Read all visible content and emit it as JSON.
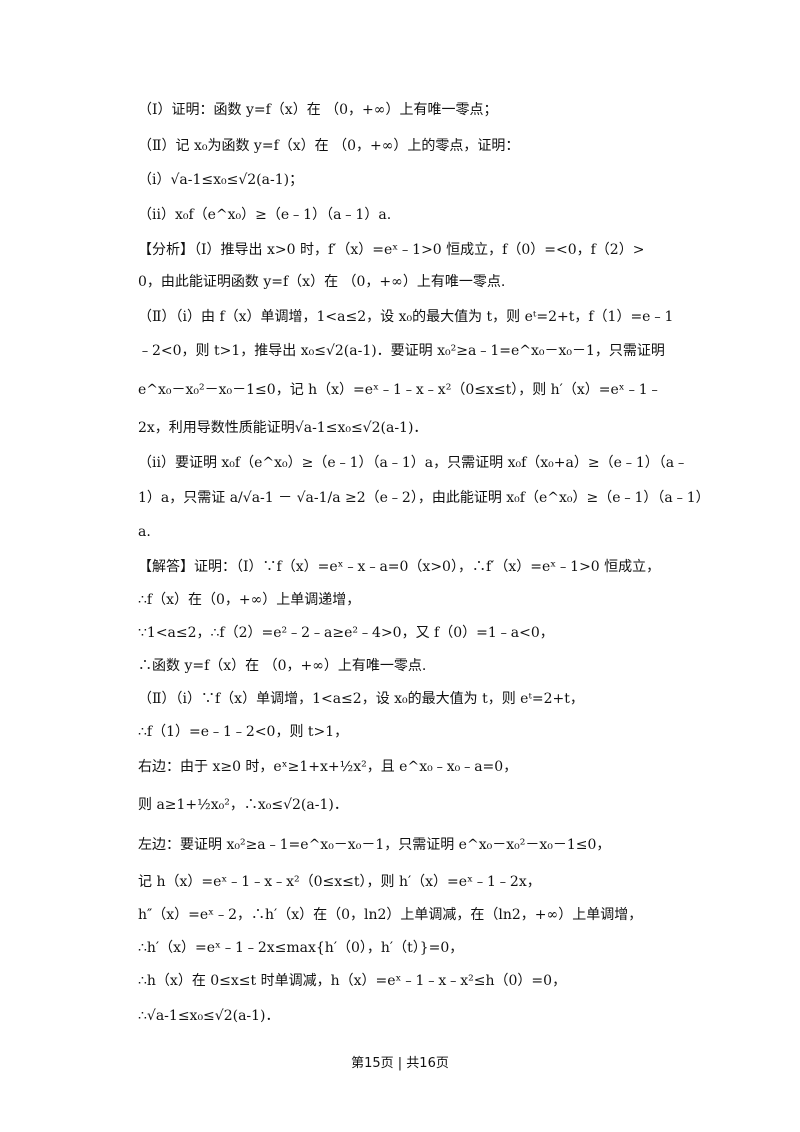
{
  "lines": [
    "（Ⅰ）证明：函数 y=f（x）在 （0，+∞）上有唯一零点；",
    "（Ⅱ）记 x₀为函数 y=f（x）在 （0，+∞）上的零点，证明：",
    "（i）√a-1≤x₀≤√2(a-1)；",
    "（ii）x₀f（e^x₀）≥（e﹣1）（a﹣1）a.",
    "【分析】（Ⅰ）推导出 x>0 时，f′（x）=eˣ﹣1>0 恒成立，f（0）=<0，f（2）>",
    "0，由此能证明函数 y=f（x）在 （0，+∞）上有唯一零点.",
    "（Ⅱ）（i）由 f（x）单调增，1<a≤2，设 x₀的最大值为 t，则 eᵗ=2+t，f（1）=e﹣1",
    "﹣2<0，则 t>1，推导出 x₀≤√2(a-1)．要证明 x₀²≥a﹣1=e^x₀－x₀－1，只需证明",
    "e^x₀－x₀²－x₀－1≤0，记 h（x）=eˣ﹣1﹣x﹣x²（0≤x≤t），则 h′（x）=eˣ﹣1﹣",
    "2x，利用导数性质能证明√a-1≤x₀≤√2(a-1)．",
    "（ii）要证明 x₀f（e^x₀）≥（e﹣1）（a﹣1）a，只需证明 x₀f（x₀+a）≥（e﹣1）（a﹣",
    "1）a，只需证 a/√a-1 － √a-1/a ≥2（e﹣2），由此能证明 x₀f（e^x₀）≥（e﹣1）（a﹣1）",
    "a.",
    "【解答】证明：（Ⅰ）∵f（x）=eˣ﹣x﹣a=0（x>0），∴f′（x）=eˣ﹣1>0 恒成立，",
    "∴f（x）在（0，+∞）上单调递增，",
    "∵1<a≤2，∴f（2）=e²﹣2﹣a≥e²﹣4>0，又 f（0）=1﹣a<0，",
    "∴函数 y=f（x）在 （0，+∞）上有唯一零点.",
    "（Ⅱ）（i）∵f（x）单调增，1<a≤2，设 x₀的最大值为 t，则 eᵗ=2+t，",
    "∴f（1）=e﹣1﹣2<0，则 t>1，",
    "右边：由于 x≥0 时，eˣ≥1+x+½x²，且 e^x₀﹣x₀﹣a=0，",
    "则 a≥1+½x₀²，∴x₀≤√2(a-1)．",
    "左边：要证明 x₀²≥a﹣1=e^x₀－x₀－1，只需证明 e^x₀－x₀²－x₀－1≤0，",
    "记 h（x）=eˣ﹣1﹣x﹣x²（0≤x≤t），则 h′（x）=eˣ﹣1﹣2x，",
    "h″（x）=eˣ﹣2，∴h′（x）在（0，ln2）上单调减，在（ln2，+∞）上单调增，",
    "∴h′（x）=eˣ﹣1﹣2x≤max{h′（0），h′（t）}=0，",
    "∴h（x）在 0≤x≤t 时单调减，h（x）=eˣ﹣1﹣x﹣x²≤h（0）=0，",
    "∴√a-1≤x₀≤√2(a-1)．"
  ],
  "footer": "第15页 | 共16页"
}
